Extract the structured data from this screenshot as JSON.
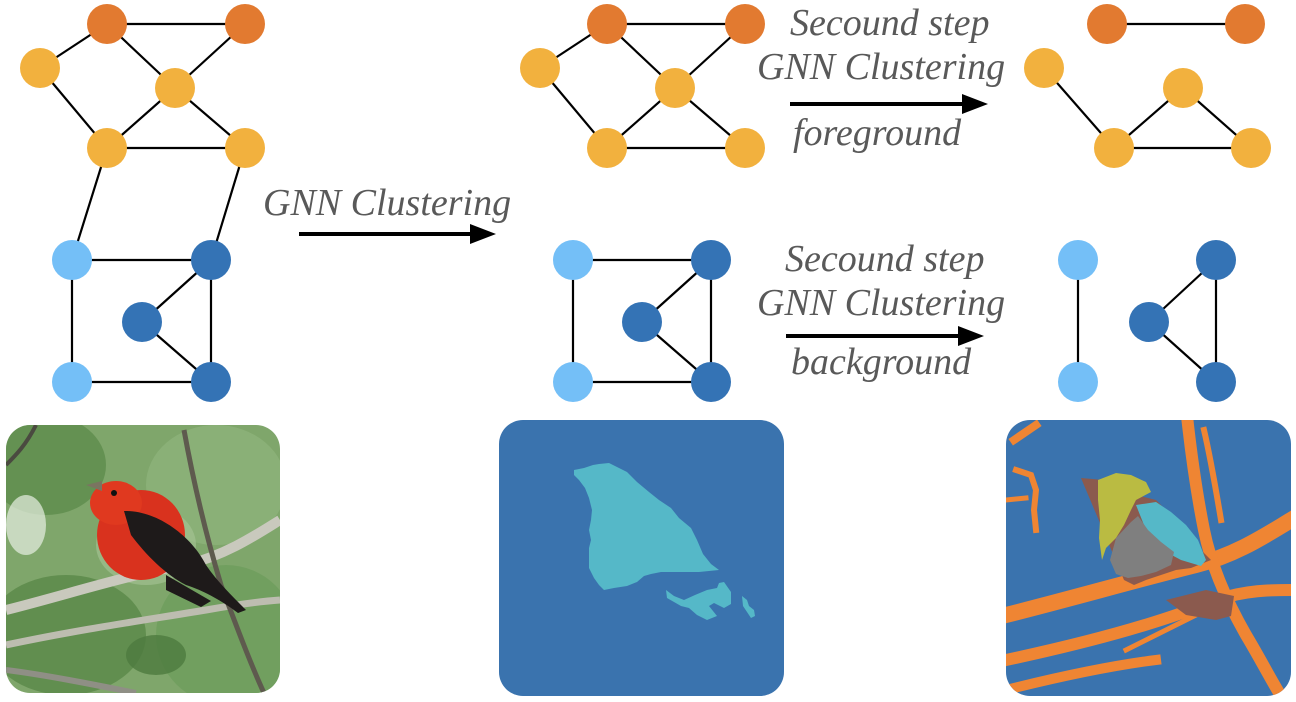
{
  "colors": {
    "fg_dark": "#E27A30",
    "fg_light": "#F2B13E",
    "bg_light": "#74BFF7",
    "bg_dark": "#3473B5",
    "edge": "#000000",
    "label_text": "#595959",
    "seg_background": "#3A73AE",
    "seg_foreground": "#55B8C8",
    "seg_branch": "#EF8533",
    "seg_head": "#BABB42",
    "seg_belly": "#7F7F7F",
    "seg_wing": "#55B8C8",
    "seg_edge": "#8B5A4E",
    "photo_leaf": "#6E9A5A",
    "photo_bird": "#D9321E",
    "photo_wing": "#1E1A1A",
    "photo_branch": "#C9C9BD"
  },
  "labels": {
    "first_step": "GNN Clustering",
    "second_fg_line1": "Secound step",
    "second_fg_line2": "GNN Clustering",
    "second_fg_line3": "foreground",
    "second_bg_line1": "Secound step",
    "second_bg_line2": "GNN Clustering",
    "second_bg_line3": "background"
  },
  "graphs": {
    "input": {
      "nodes": [
        {
          "id": "a",
          "cls": "fg_dark"
        },
        {
          "id": "b",
          "cls": "fg_dark"
        },
        {
          "id": "c",
          "cls": "fg_light"
        },
        {
          "id": "d",
          "cls": "fg_light"
        },
        {
          "id": "e",
          "cls": "fg_light"
        },
        {
          "id": "f",
          "cls": "fg_light"
        },
        {
          "id": "g",
          "cls": "bg_light"
        },
        {
          "id": "h",
          "cls": "bg_dark"
        },
        {
          "id": "i",
          "cls": "bg_dark"
        },
        {
          "id": "j",
          "cls": "bg_light"
        },
        {
          "id": "k",
          "cls": "bg_dark"
        }
      ],
      "edges": [
        [
          "a",
          "b"
        ],
        [
          "a",
          "c"
        ],
        [
          "a",
          "d"
        ],
        [
          "b",
          "d"
        ],
        [
          "c",
          "e"
        ],
        [
          "d",
          "e"
        ],
        [
          "d",
          "f"
        ],
        [
          "e",
          "f"
        ],
        [
          "e",
          "g"
        ],
        [
          "f",
          "h"
        ],
        [
          "g",
          "h"
        ],
        [
          "g",
          "j"
        ],
        [
          "h",
          "i"
        ],
        [
          "h",
          "k"
        ],
        [
          "i",
          "k"
        ],
        [
          "j",
          "k"
        ]
      ]
    },
    "foreground": {
      "nodes": [
        {
          "id": "a",
          "cls": "fg_dark"
        },
        {
          "id": "b",
          "cls": "fg_dark"
        },
        {
          "id": "c",
          "cls": "fg_light"
        },
        {
          "id": "d",
          "cls": "fg_light"
        },
        {
          "id": "e",
          "cls": "fg_light"
        },
        {
          "id": "f",
          "cls": "fg_light"
        }
      ],
      "edges": [
        [
          "a",
          "b"
        ],
        [
          "a",
          "c"
        ],
        [
          "a",
          "d"
        ],
        [
          "b",
          "d"
        ],
        [
          "c",
          "e"
        ],
        [
          "d",
          "e"
        ],
        [
          "d",
          "f"
        ],
        [
          "e",
          "f"
        ]
      ]
    },
    "background": {
      "nodes": [
        {
          "id": "g",
          "cls": "bg_light"
        },
        {
          "id": "h",
          "cls": "bg_dark"
        },
        {
          "id": "i",
          "cls": "bg_dark"
        },
        {
          "id": "j",
          "cls": "bg_light"
        },
        {
          "id": "k",
          "cls": "bg_dark"
        }
      ],
      "edges": [
        [
          "g",
          "h"
        ],
        [
          "g",
          "j"
        ],
        [
          "h",
          "i"
        ],
        [
          "h",
          "k"
        ],
        [
          "i",
          "k"
        ],
        [
          "j",
          "k"
        ]
      ]
    },
    "foreground_split": {
      "nodes": [
        {
          "id": "a",
          "cls": "fg_dark"
        },
        {
          "id": "b",
          "cls": "fg_dark"
        },
        {
          "id": "c",
          "cls": "fg_light"
        },
        {
          "id": "d",
          "cls": "fg_light"
        },
        {
          "id": "e",
          "cls": "fg_light"
        },
        {
          "id": "f",
          "cls": "fg_light"
        }
      ],
      "edges": [
        [
          "a",
          "b"
        ],
        [
          "c",
          "e"
        ],
        [
          "d",
          "e"
        ],
        [
          "d",
          "f"
        ],
        [
          "e",
          "f"
        ]
      ]
    },
    "background_split": {
      "nodes": [
        {
          "id": "g",
          "cls": "bg_light"
        },
        {
          "id": "h",
          "cls": "bg_dark"
        },
        {
          "id": "i",
          "cls": "bg_dark"
        },
        {
          "id": "j",
          "cls": "bg_light"
        },
        {
          "id": "k",
          "cls": "bg_dark"
        }
      ],
      "edges": [
        [
          "g",
          "j"
        ],
        [
          "h",
          "i"
        ],
        [
          "h",
          "k"
        ],
        [
          "i",
          "k"
        ]
      ]
    }
  },
  "images": {
    "input_photo": "Scarlet tanager perched on a branch among green leaves",
    "first_segmentation": "Foreground/background mask of the bird",
    "second_segmentation": "Multi-part segmentation: head, wing, belly, branches, background"
  }
}
